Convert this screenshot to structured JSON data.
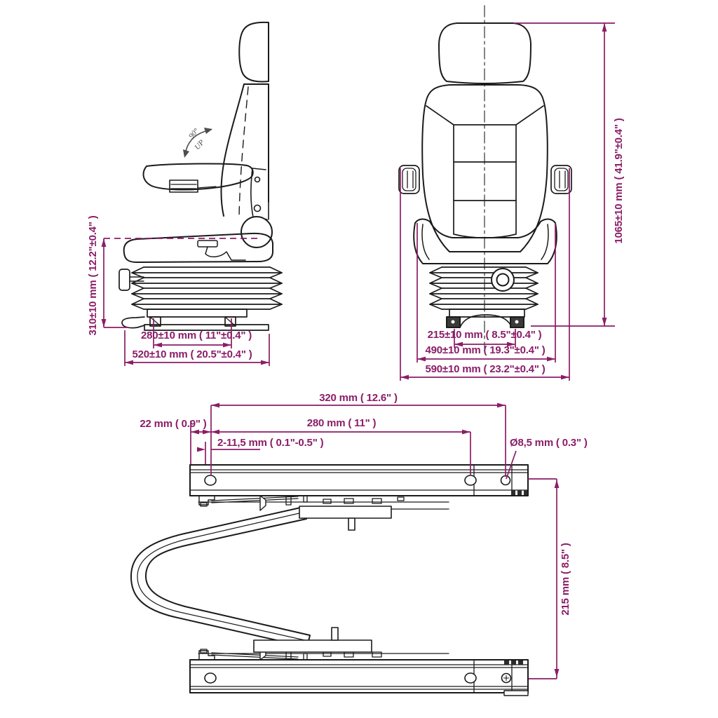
{
  "drawing": {
    "accent_color": "#8B1D68",
    "line_color": "#1b1b1b",
    "side_view": {
      "rotation_angle": "90°",
      "rotation_direction": "UP",
      "dim_seat_height": "310±10 mm ( 12.2\"±0.4\" )",
      "dim_base_width": "280±10 mm ( 11\"±0.4\" )",
      "dim_depth": "520±10 mm ( 20.5\"±0.4\" )"
    },
    "front_view": {
      "dim_foot_span": "215±10 mm ( 8.5\"±0.4\" )",
      "dim_seat_width": "490±10 mm ( 19.3\"±0.4\" )",
      "dim_overall_width": "590±10 mm ( 23.2\"±0.4\" )",
      "dim_overall_height": "1065±10 mm ( 41.9\"±0.4\" )"
    },
    "slide_view": {
      "dim_hole_span_outer": "320 mm ( 12.6\" )",
      "dim_edge_offset": "22 mm ( 0.9\" )",
      "dim_hole_span_inner": "280 mm ( 11\" )",
      "dim_slot_range": "2-11,5 mm ( 0.1\"-0.5\" )",
      "dim_hole_diameter": "Ø8,5 mm ( 0.3\" )",
      "dim_rail_distance": "215 mm ( 8.5\" )"
    }
  }
}
